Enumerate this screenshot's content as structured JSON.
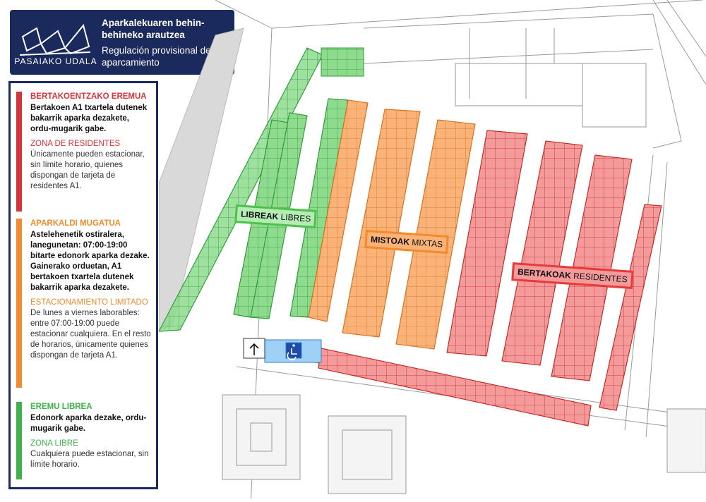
{
  "colors": {
    "navy": "#1b2a5c",
    "residents": "#e83a3a",
    "mixed": "#f48a2a",
    "free": "#4cc24c",
    "disabled": "#6ab4f0"
  },
  "header": {
    "logo_text": "PASAIAKO UDALA",
    "title_eu": "Aparkalekuaren behin-behineko arautzea",
    "title_es": "Regulación provisional de aparcamiento"
  },
  "legend": {
    "residents": {
      "heading": "BERTAKOENTZAKO EREMUA",
      "text_eu": "Bertakoen A1 txartela dutenek bakarrik aparka dezakete, ordu-mugarik gabe.",
      "subheading": "ZONA DE RESIDENTES",
      "text_es": "Únicamente pueden estacionar, sin límite horario, quienes dispongan de tarjeta de residentes A1."
    },
    "limited": {
      "heading": "APARKALDI MUGATUA",
      "text_eu": "Astelehenetik ostiralera, lanegunetan: 07:00-19:00 bitarte edonork aparka dezake. Gainerako orduetan, A1 bertakoen txartela dutenek bakarrik aparka dezakete.",
      "subheading": "ESTACIONAMIENTO LIMITADO",
      "text_es": "De lunes a viernes laborables: entre 07:00-19:00 puede estacionar cualquiera. En el resto de horarios, únicamente quienes dispongan de tarjeta A1."
    },
    "free": {
      "heading": "EREMU LIBREA",
      "text_eu": "Edonork aparka dezake, ordu-mugarik gabe.",
      "subheading": "ZONA LIBRE",
      "text_es": "Cualquiera puede estacionar, sin límite horario."
    }
  },
  "map": {
    "label_free_eu": "LIBREAK",
    "label_free_es": "LIBRES",
    "label_mixed_eu": "MISTOAK",
    "label_mixed_es": "MIXTAS",
    "label_res_eu": "BERTAKOAK",
    "label_res_es": "RESIDENTES",
    "disabled_icon": "wheelchair-icon",
    "entry_icon": "arrow-up-icon"
  }
}
